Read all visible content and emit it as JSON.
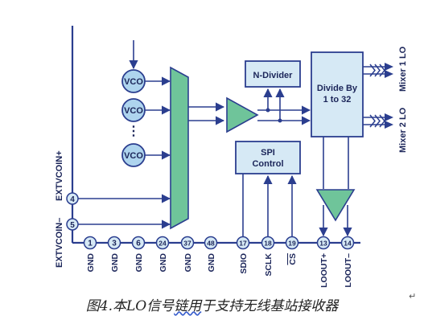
{
  "pins_left": [
    {
      "num": "4",
      "label": "EXTVCOIN+"
    },
    {
      "num": "5",
      "label": "EXTVCOIN–"
    }
  ],
  "vco": [
    "VCO",
    "VCO",
    "VCO"
  ],
  "vco_ellipsis": "⋮",
  "n_divider": "N-Divider",
  "spi": [
    "SPI",
    "Control"
  ],
  "divide": [
    "Divide By",
    "1 to 32"
  ],
  "mixer_labels": [
    "Mixer 1 LO",
    "Mixer 2 LO"
  ],
  "bottom_pins": [
    {
      "num": "1",
      "label": "GND"
    },
    {
      "num": "3",
      "label": "GND"
    },
    {
      "num": "6",
      "label": "GND"
    },
    {
      "num": "24",
      "label": "GND"
    },
    {
      "num": "37",
      "label": "GND"
    },
    {
      "num": "48",
      "label": "GND"
    },
    {
      "num": "17",
      "label": "SDIO"
    },
    {
      "num": "18",
      "label": "SCLK"
    },
    {
      "num": "19",
      "label": "CS"
    },
    {
      "num": "13",
      "label": "LOOUT+"
    },
    {
      "num": "14",
      "label": "LOOUT–"
    }
  ],
  "caption": {
    "prefix": "图4.本LO信号",
    "highlight": "链用",
    "suffix": "于支持无线基站接收器",
    "mark": "↵"
  },
  "colors": {
    "line": "#2b3e8f",
    "block": "#d6e9f5",
    "green": "#6fc49a",
    "vco_fill": "#aed4ee"
  }
}
